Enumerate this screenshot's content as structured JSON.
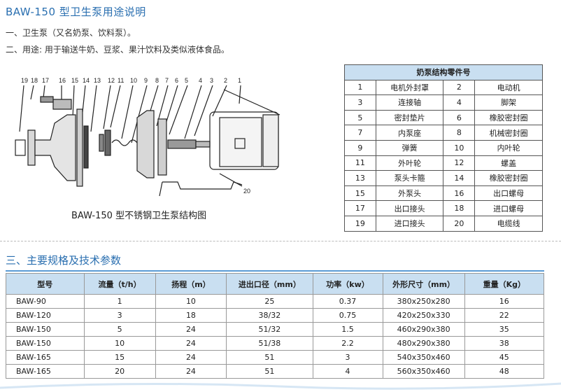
{
  "header": {
    "title": "BAW-150 型卫生泵用途说明",
    "line1": "一、卫生泵（又名奶泵、饮料泵）。",
    "line2": "二、用途: 用于输送牛奶、豆浆、果汁饮料及类似液体食品。"
  },
  "diagram": {
    "caption": "BAW-150 型不锈钢卫生泵结构图",
    "callouts": [
      "19",
      "18",
      "17",
      "16",
      "15",
      "14",
      "13",
      "12",
      "11",
      "10",
      "9",
      "8",
      "7",
      "6",
      "5",
      "4",
      "3",
      "2",
      "1",
      "20"
    ]
  },
  "parts": {
    "title": "奶泵结构零件号",
    "rows": [
      {
        "n1": "1",
        "a": "电机外封罩",
        "n2": "2",
        "b": "电动机"
      },
      {
        "n1": "3",
        "a": "连接轴",
        "n2": "4",
        "b": "脚架"
      },
      {
        "n1": "5",
        "a": "密封垫片",
        "n2": "6",
        "b": "橡胶密封圈"
      },
      {
        "n1": "7",
        "a": "内泵座",
        "n2": "8",
        "b": "机械密封圈"
      },
      {
        "n1": "9",
        "a": "弹簧",
        "n2": "10",
        "b": "内叶轮"
      },
      {
        "n1": "11",
        "a": "外叶轮",
        "n2": "12",
        "b": "螺盖"
      },
      {
        "n1": "13",
        "a": "泵头卡箍",
        "n2": "14",
        "b": "橡胶密封圈"
      },
      {
        "n1": "15",
        "a": "外泵头",
        "n2": "16",
        "b": "出口螺母"
      },
      {
        "n1": "17",
        "a": "出口接头",
        "n2": "18",
        "b": "进口螺母"
      },
      {
        "n1": "19",
        "a": "进口接头",
        "n2": "20",
        "b": "电缆线"
      }
    ]
  },
  "specs": {
    "section_title": "三、主要规格及技术参数",
    "headers": [
      "型号",
      "流量（t/h）",
      "扬程（m）",
      "进出口径（mm）",
      "功率（kw）",
      "外形尺寸（mm）",
      "重量（Kg）"
    ],
    "rows": [
      [
        "BAW-90",
        "1",
        "10",
        "25",
        "0.37",
        "380x250x280",
        "16"
      ],
      [
        "BAW-120",
        "3",
        "18",
        "38/32",
        "0.75",
        "420x250x330",
        "22"
      ],
      [
        "BAW-150",
        "5",
        "24",
        "51/32",
        "1.5",
        "460x290x380",
        "35"
      ],
      [
        "BAW-150",
        "10",
        "24",
        "51/38",
        "2.2",
        "480x290x380",
        "38"
      ],
      [
        "BAW-165",
        "15",
        "24",
        "51",
        "3",
        "540x350x460",
        "45"
      ],
      [
        "BAW-165",
        "20",
        "24",
        "51",
        "4",
        "560x350x460",
        "48"
      ]
    ]
  },
  "colors": {
    "accent": "#2a6fb0",
    "header_fill": "#c9dff1",
    "rule": "#5b9bd5"
  }
}
